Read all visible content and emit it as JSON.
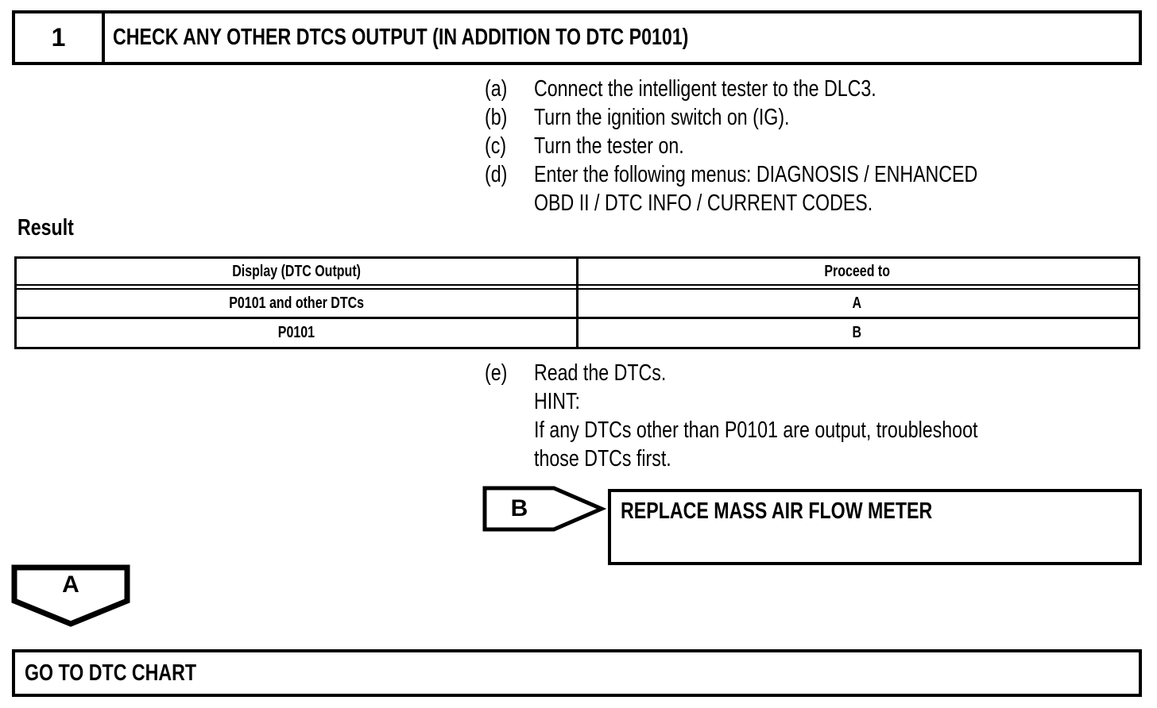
{
  "colors": {
    "ink": "#000000",
    "paper": "#ffffff"
  },
  "step_header": {
    "number": "1",
    "title": "CHECK ANY OTHER DTCS OUTPUT (IN ADDITION TO DTC P0101)"
  },
  "procedure": {
    "steps": [
      {
        "marker": "(a)",
        "lines": [
          "Connect the intelligent tester to the DLC3."
        ]
      },
      {
        "marker": "(b)",
        "lines": [
          "Turn the ignition switch on (IG)."
        ]
      },
      {
        "marker": "(c)",
        "lines": [
          "Turn the tester on."
        ]
      },
      {
        "marker": "(d)",
        "lines": [
          "Enter the following menus: DIAGNOSIS / ENHANCED",
          "OBD II / DTC INFO / CURRENT CODES."
        ]
      },
      {
        "marker": "(e)",
        "lines": [
          "Read the DTCs.",
          "HINT:",
          "If any DTCs other than P0101 are output, troubleshoot",
          "those DTCs first."
        ]
      }
    ]
  },
  "result": {
    "label": "Result",
    "table": {
      "headers": [
        "Display (DTC Output)",
        "Proceed to"
      ],
      "rows": [
        {
          "display": "P0101 and other DTCs",
          "proceed_to": "A"
        },
        {
          "display": "P0101",
          "proceed_to": "B"
        }
      ]
    }
  },
  "branch_b": {
    "label": "B",
    "action": "REPLACE MASS AIR FLOW METER"
  },
  "branch_a": {
    "label": "A"
  },
  "footer": {
    "action": "GO TO DTC CHART"
  }
}
